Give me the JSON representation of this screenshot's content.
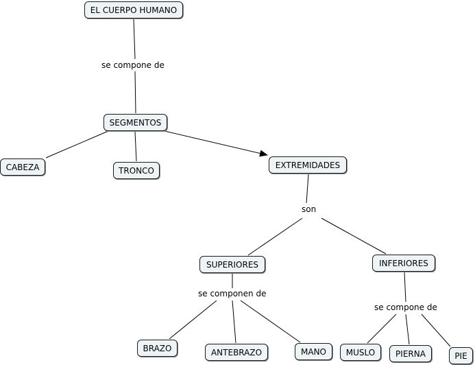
{
  "concept_map": {
    "nodes": {
      "cuerpo": "EL CUERPO HUMANO",
      "segmentos": "SEGMENTOS",
      "cabeza": "CABEZA",
      "tronco": "TRONCO",
      "extremidades": "EXTREMIDADES",
      "superiores": "SUPERIORES",
      "inferiores": "INFERIORES",
      "brazo": "BRAZO",
      "antebrazo": "ANTEBRAZO",
      "mano": "MANO",
      "muslo": "MUSLO",
      "pierna": "PIERNA",
      "pie": "PIE"
    },
    "link_labels": {
      "compone_1": "se compone de",
      "son": "son",
      "componen": "se componen de",
      "compone_2": "se compone de"
    },
    "colors": {
      "node_fill": "#eef3f5",
      "node_border": "#1a1a1a",
      "line": "#000000"
    }
  }
}
